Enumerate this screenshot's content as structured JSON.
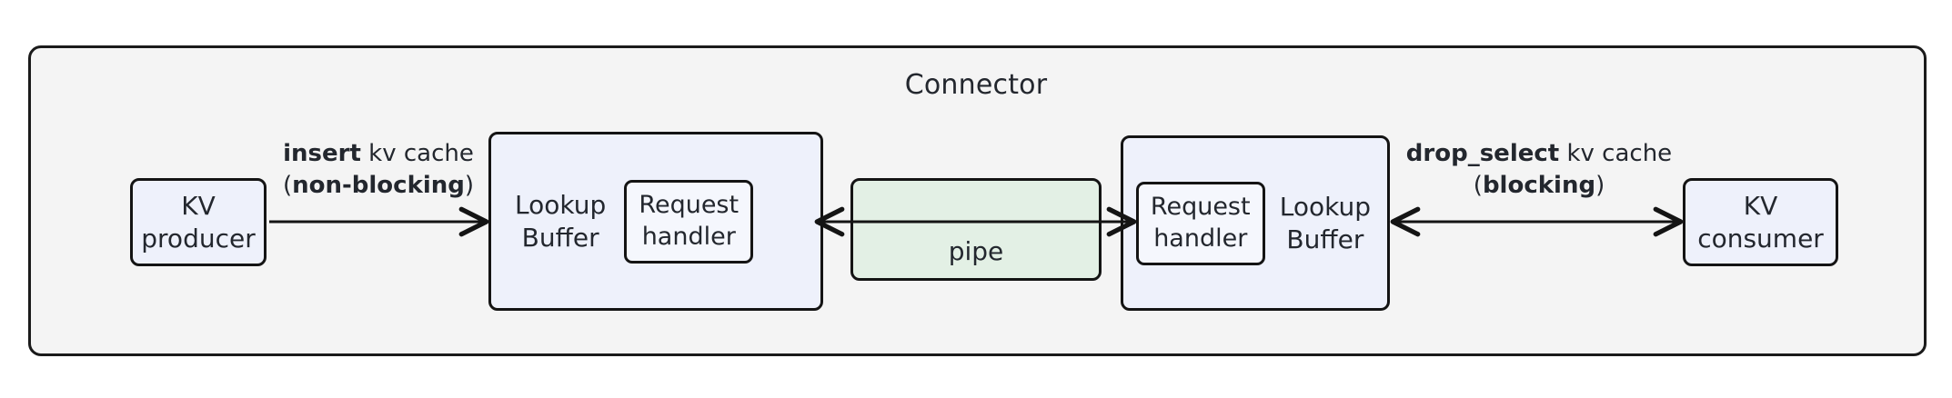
{
  "diagram": {
    "title": "Connector",
    "colors": {
      "frame_fill": "#f4f4f4",
      "frame_stroke": "#1a1a1a",
      "node_blue_fill": "#eef1fb",
      "node_green_fill": "#e3f0e5",
      "text": "#23272e",
      "arrow": "#141414"
    },
    "nodes": {
      "kv_producer": {
        "line1": "KV",
        "line2": "producer"
      },
      "kv_consumer": {
        "line1": "KV",
        "line2": "consumer"
      },
      "lookup_buffer_left": {
        "line1": "Lookup",
        "line2": "Buffer"
      },
      "lookup_buffer_right": {
        "line1": "Lookup",
        "line2": "Buffer"
      },
      "request_handler_left": {
        "line1": "Request",
        "line2": "handler"
      },
      "request_handler_right": {
        "line1": "Request",
        "line2": "handler"
      },
      "pipe": {
        "label": "pipe"
      }
    },
    "edges": {
      "insert": {
        "line1_bold": "insert",
        "line1_rest": " kv cache",
        "line2_open": "(",
        "line2_bold": "non-blocking",
        "line2_close": ")",
        "direction": "one-way-right"
      },
      "drop_select": {
        "line1_bold": "drop_select",
        "line1_rest": " kv cache",
        "line2_open": "(",
        "line2_bold": "blocking",
        "line2_close": ")",
        "direction": "two-way"
      },
      "pipe_transfer": {
        "direction": "two-way"
      }
    }
  }
}
